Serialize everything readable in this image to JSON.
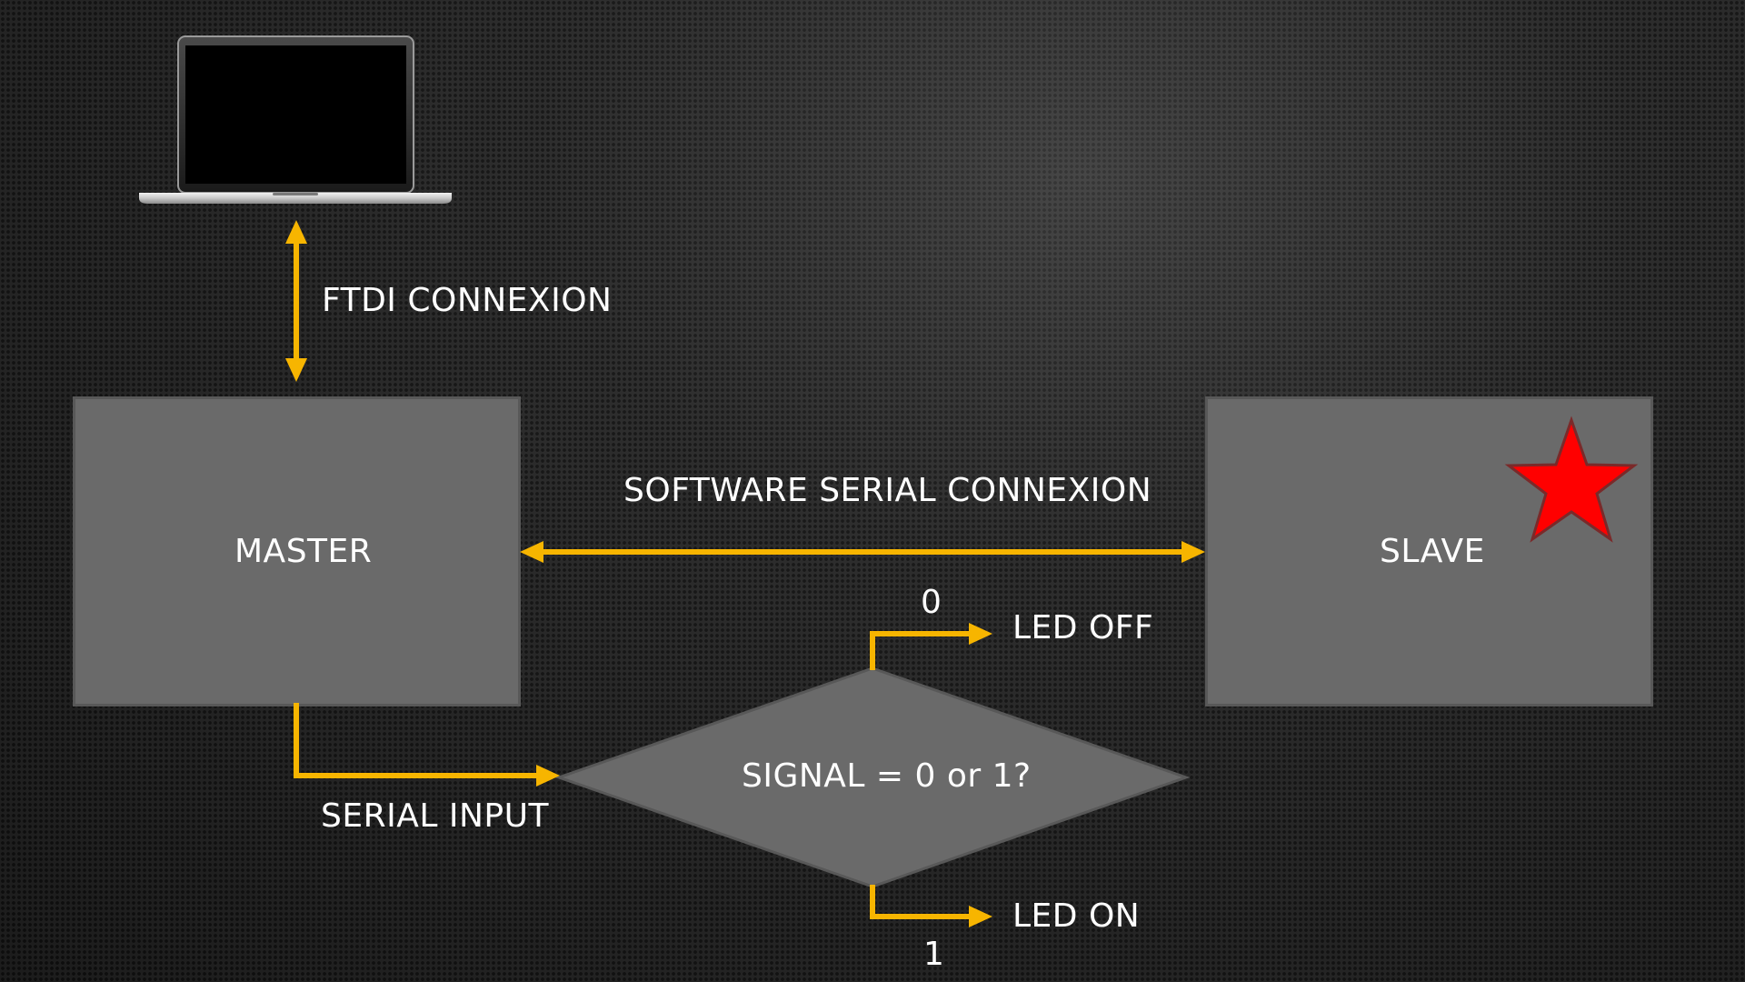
{
  "nodes": {
    "master": "MASTER",
    "slave": "SLAVE",
    "decision": "SIGNAL = 0 or 1?"
  },
  "edges": {
    "ftdi": "FTDI CONNEXION",
    "software_serial": "SOFTWARE SERIAL CONNEXION",
    "serial_input": "SERIAL INPUT",
    "branch_zero_value": "0",
    "branch_zero_result": "LED OFF",
    "branch_one_value": "1",
    "branch_one_result": "LED ON"
  },
  "colors": {
    "arrow": "#f7b500",
    "box_fill": "#6a6a6a",
    "star": "#ff0000",
    "text": "#ffffff"
  },
  "icons": {
    "computer": "laptop-icon",
    "marker": "star-icon"
  }
}
